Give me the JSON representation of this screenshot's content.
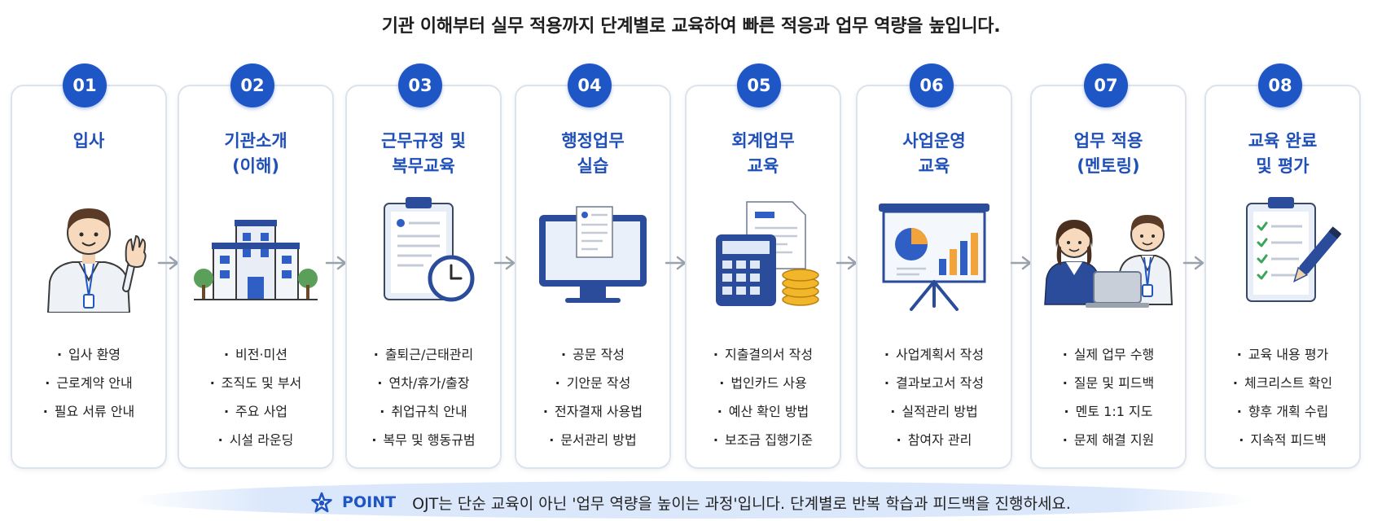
{
  "headline": "기관 이해부터 실무 적용까지 단계별로 교육하여 빠른 적응과 업무 역량을 높입니다.",
  "steps": [
    {
      "number": "01",
      "title": "입사",
      "icon": "new-employee-waving-icon",
      "bullets": [
        "입사 환영",
        "근로계약 안내",
        "필요 서류 안내"
      ]
    },
    {
      "number": "02",
      "title": "기관소개\n(이해)",
      "icon": "building-icon",
      "bullets": [
        "비전·미션",
        "조직도 및 부서",
        "주요 사업",
        "시설 라운딩"
      ]
    },
    {
      "number": "03",
      "title": "근무규정 및\n복무교육",
      "icon": "clipboard-clock-icon",
      "bullets": [
        "출퇴근/근태관리",
        "연차/휴가/출장",
        "취업규칙 안내",
        "복무 및 행동규범"
      ]
    },
    {
      "number": "04",
      "title": "행정업무\n실습",
      "icon": "monitor-document-icon",
      "bullets": [
        "공문 작성",
        "기안문 작성",
        "전자결재 사용법",
        "문서관리 방법"
      ]
    },
    {
      "number": "05",
      "title": "회계업무\n교육",
      "icon": "calculator-coins-icon",
      "bullets": [
        "지출결의서 작성",
        "법인카드 사용",
        "예산 확인 방법",
        "보조금 집행기준"
      ]
    },
    {
      "number": "06",
      "title": "사업운영\n교육",
      "icon": "presentation-board-icon",
      "bullets": [
        "사업계획서 작성",
        "결과보고서 작성",
        "실적관리 방법",
        "참여자 관리"
      ]
    },
    {
      "number": "07",
      "title": "업무 적용\n(멘토링)",
      "icon": "mentoring-people-icon",
      "bullets": [
        "실제 업무 수행",
        "질문 및 피드백",
        "멘토 1:1 지도",
        "문제 해결 지원"
      ]
    },
    {
      "number": "08",
      "title": "교육 완료\n및 평가",
      "icon": "checklist-pen-icon",
      "bullets": [
        "교육 내용 평가",
        "체크리스트 확인",
        "향후 개획 수립",
        "지속적 피드백"
      ]
    }
  ],
  "point": {
    "icon": "star-icon",
    "label": "POINT",
    "text": "OJT는 단순 교육이 아닌 '업무 역량을 높이는 과정'입니다. 단계별로 반복 학습과 피드백을 진행하세요."
  },
  "colors": {
    "accent": "#1f56c6",
    "title": "#1f4fb8",
    "border": "#dde3ec",
    "point_bg": "#dbe8fb"
  }
}
